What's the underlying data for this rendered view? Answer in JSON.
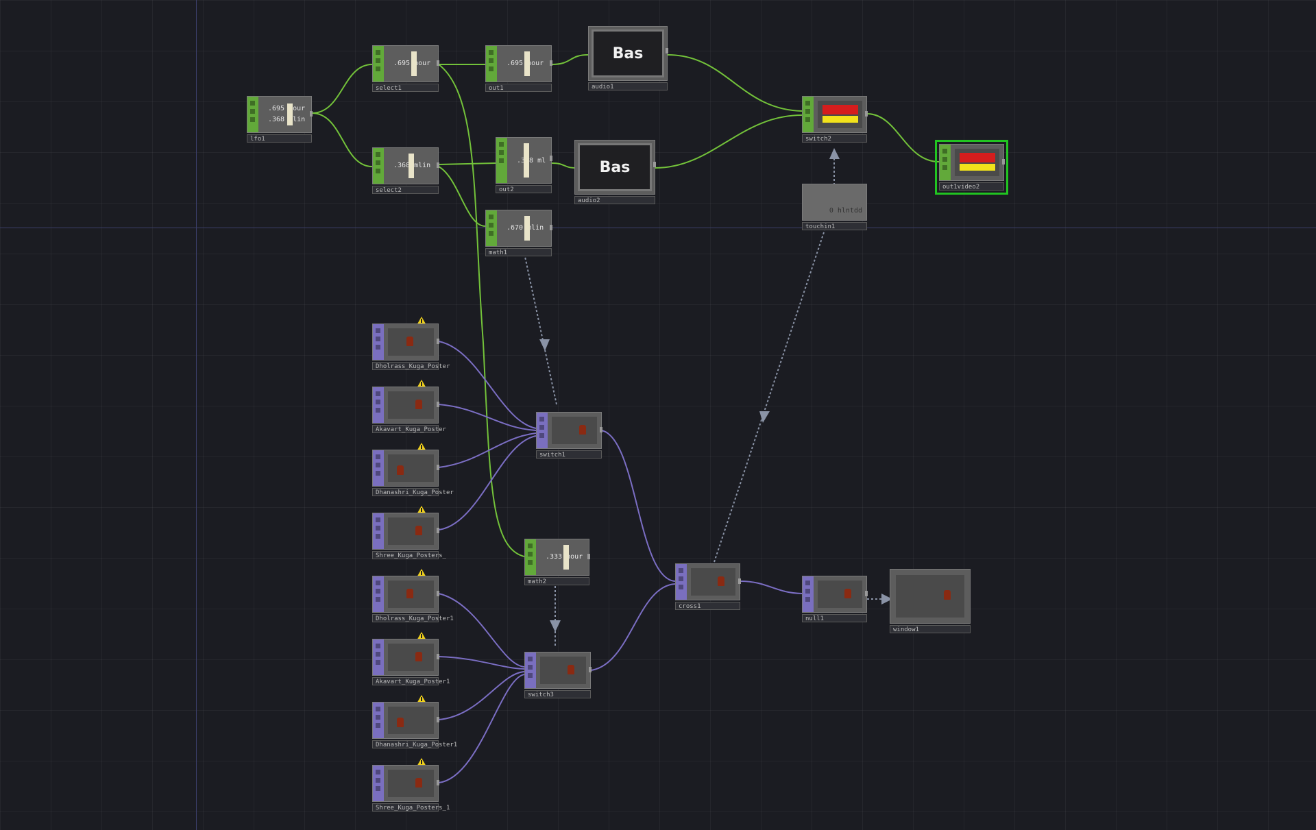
{
  "nodes": {
    "lfo1": {
      "label": "lfo1",
      "value1": ".695 hour",
      "value2": ".368 mlin"
    },
    "select1": {
      "label": "select1",
      "value": ".695 hour"
    },
    "out1": {
      "label": "out1",
      "value": ".695 hour"
    },
    "audio1": {
      "label": "audio1",
      "text": "Bas"
    },
    "select2": {
      "label": "select2",
      "value": ".368 mlin"
    },
    "out2": {
      "label": "out2",
      "value": ".368 ml"
    },
    "audio2": {
      "label": "audio2",
      "text": "Bas"
    },
    "math1": {
      "label": "math1",
      "value": ".670 mlin"
    },
    "switch2": {
      "label": "switch2"
    },
    "touchin1": {
      "label": "touchin1",
      "value": "0 hlntdd"
    },
    "out_final": {
      "label": "out1video2"
    },
    "file1": {
      "label": "Dholrass_Kuga_Poster"
    },
    "file2": {
      "label": "Akavart_Kuga_Poster"
    },
    "file3": {
      "label": "Dhanashri_Kuga_Poster"
    },
    "file4": {
      "label": "Shree_Kuga_Posters_"
    },
    "file5": {
      "label": "Dholrass_Kuga_Poster1"
    },
    "file6": {
      "label": "Akavart_Kuga_Poster1"
    },
    "file7": {
      "label": "Dhanashri_Kuga_Poster1"
    },
    "file8": {
      "label": "Shree_Kuga_Posters_1"
    },
    "switch1": {
      "label": "switch1"
    },
    "math2": {
      "label": "math2",
      "value": ".333 hour"
    },
    "switch3": {
      "label": "switch3"
    },
    "cross1": {
      "label": "cross1"
    },
    "null1": {
      "label": "null1"
    },
    "window1": {
      "label": "window1"
    }
  },
  "colors": {
    "chop_wire": "#73c23a",
    "top_wire": "#7b6ec4",
    "export_wire": "#8a93a6",
    "selection": "#21c421",
    "background": "#1b1c22"
  },
  "icons": [
    "warning-icon",
    "arrow-icon"
  ]
}
